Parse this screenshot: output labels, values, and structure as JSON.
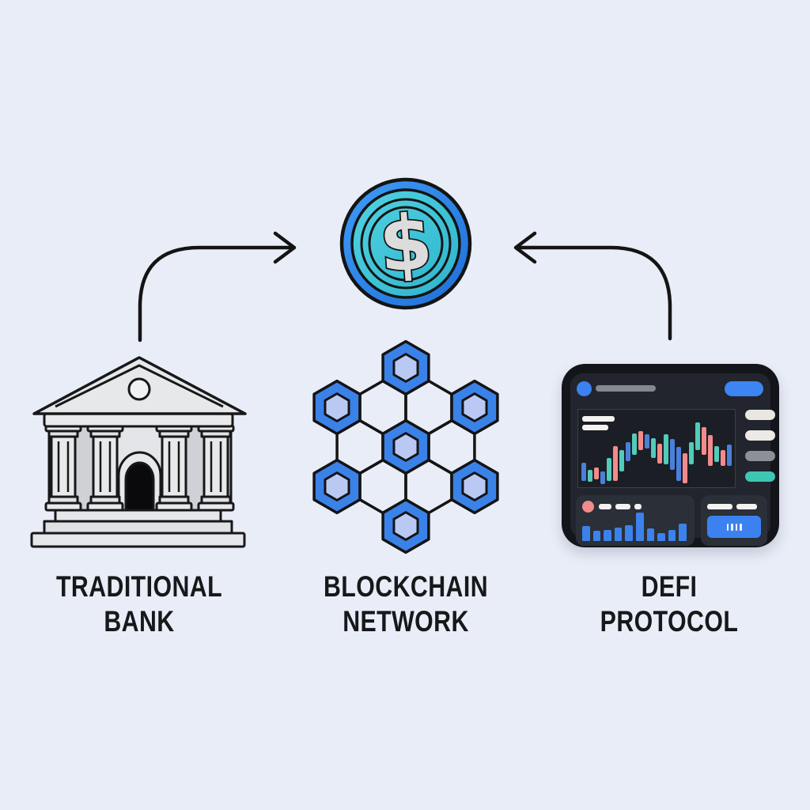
{
  "background_color": "#e9edf7",
  "labels": {
    "bank": {
      "line1": "TRADITIONAL",
      "line2": "BANK"
    },
    "network": {
      "line1": "BLOCKCHAIN",
      "line2": "NETWORK"
    },
    "defi": {
      "line1": "DEFI",
      "line2": "PROTOCOL"
    }
  },
  "coin": {
    "symbol": "$",
    "ring_color": "#2f8df0",
    "ring_color_dark": "#1f6fd8",
    "face_color": "#45cadd",
    "face_color_dark": "#2cb4cc",
    "symbol_color": "#dcdcdc",
    "outline_color": "#141414"
  },
  "arrows": {
    "color": "#141414",
    "left_meaning": "bank-to-coin",
    "right_meaning": "defi-to-coin"
  },
  "bank_icon": {
    "fill_light": "#e8e9eb",
    "fill_mid": "#dfe1e4",
    "fill_wall": "#ced1d5",
    "fill_bay": "#e4e5e8",
    "door_color": "#0a0a0c",
    "outline_color": "#17181a"
  },
  "network_icon": {
    "node_color": "#3b82e8",
    "node_inner_color": "#bac9f4",
    "line_color": "#141414",
    "hex_side": 33.4,
    "inner_scale": 0.52,
    "blue_cells": [
      [
        513,
        465
      ],
      [
        426,
        515
      ],
      [
        600,
        515
      ],
      [
        513,
        565
      ],
      [
        426,
        615
      ],
      [
        600,
        615
      ],
      [
        513,
        665
      ]
    ],
    "white_cells": [
      [
        484,
        515
      ],
      [
        542,
        515
      ],
      [
        455,
        565
      ],
      [
        571,
        565
      ],
      [
        484,
        615
      ],
      [
        542,
        615
      ]
    ]
  },
  "dashboard": {
    "frame_color": "#13151a",
    "panel_color": "#22252d",
    "chart_bg": "#1b1e25",
    "grid_color": "#3a3f49",
    "header": {
      "avatar_color": "#3b82f0",
      "title_bar_color": "#85898f",
      "button_color": "#3d85f2"
    },
    "side_pills": [
      "#eae7e3",
      "#ece9e6",
      "#8d9096",
      "#3ec6b4"
    ],
    "chart_data": {
      "type": "candlestick",
      "grid": {
        "cols": 5,
        "rows": 4
      },
      "colors": {
        "b": "#4a80d9",
        "t": "#52cbb8",
        "s": "#f28b8b"
      },
      "candles": [
        [
          "b",
          0.68,
          0.92
        ],
        [
          "t",
          0.78,
          0.93
        ],
        [
          "s",
          0.74,
          0.9
        ],
        [
          "b",
          0.8,
          0.96
        ],
        [
          "t",
          0.62,
          0.92
        ],
        [
          "s",
          0.47,
          0.92
        ],
        [
          "t",
          0.52,
          0.79
        ],
        [
          "b",
          0.42,
          0.66
        ],
        [
          "t",
          0.31,
          0.58
        ],
        [
          "s",
          0.28,
          0.52
        ],
        [
          "b",
          0.32,
          0.5
        ],
        [
          "t",
          0.37,
          0.62
        ],
        [
          "s",
          0.44,
          0.69
        ],
        [
          "t",
          0.32,
          0.7
        ],
        [
          "b",
          0.38,
          0.78
        ],
        [
          "b",
          0.48,
          0.92
        ],
        [
          "s",
          0.56,
          0.95
        ],
        [
          "t",
          0.42,
          0.7
        ],
        [
          "t",
          0.16,
          0.52
        ],
        [
          "s",
          0.22,
          0.58
        ],
        [
          "s",
          0.33,
          0.73
        ],
        [
          "t",
          0.47,
          0.67
        ],
        [
          "s",
          0.52,
          0.72
        ],
        [
          "b",
          0.45,
          0.72
        ]
      ]
    },
    "volume_card": {
      "dot_color": "#f28b8b",
      "dash_widths": [
        16,
        19,
        9
      ],
      "bars": {
        "type": "bar",
        "color": "#3b82ec",
        "values": [
          0.52,
          0.36,
          0.4,
          0.46,
          0.56,
          1.0,
          0.44,
          0.28,
          0.4,
          0.6
        ]
      }
    },
    "pay_card": {
      "dash_widths": [
        32,
        26
      ],
      "button_color": "#3b82f0",
      "tick_count": 4
    }
  }
}
